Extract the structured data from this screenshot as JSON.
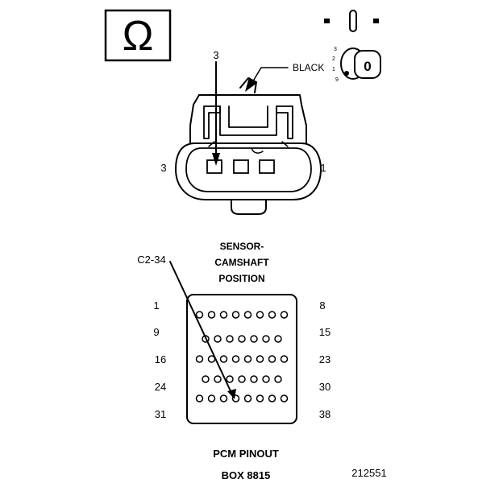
{
  "ohm_symbol": "Ω",
  "switch_position_labels": [
    "3",
    "2",
    "1",
    "9"
  ],
  "switch_knob_label": "0",
  "connector": {
    "callout_pin": "3",
    "wire_color_label": "BLACK",
    "left_pin": "3",
    "right_pin": "1"
  },
  "sensor_label_lines": [
    "SENSOR-",
    "CAMSHAFT",
    "POSITION"
  ],
  "pcm": {
    "callout_label": "C2-34",
    "row_start_labels": [
      "1",
      "9",
      "16",
      "24",
      "31"
    ],
    "row_end_labels": [
      "8",
      "15",
      "23",
      "30",
      "38"
    ],
    "row_pin_counts": [
      8,
      7,
      8,
      7,
      8
    ],
    "title_lines": [
      "PCM PINOUT",
      "BOX 8815"
    ]
  },
  "figure_number": "212551"
}
